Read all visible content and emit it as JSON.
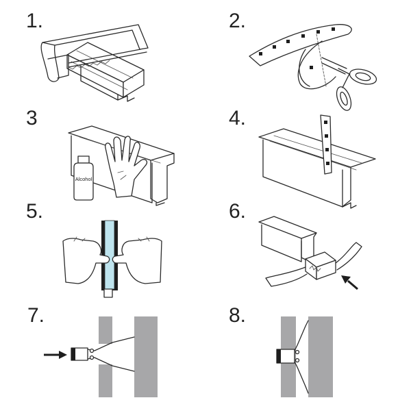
{
  "steps": [
    {
      "number": "1."
    },
    {
      "number": "2."
    },
    {
      "number": "3"
    },
    {
      "number": "4."
    },
    {
      "number": "5."
    },
    {
      "number": "6."
    },
    {
      "number": "7."
    },
    {
      "number": "8."
    }
  ],
  "bottle_label": "Alcohol",
  "colors": {
    "wall": "#a7a7a9",
    "diffuser": "#bfe4ee",
    "line": "#2a2a2a"
  }
}
